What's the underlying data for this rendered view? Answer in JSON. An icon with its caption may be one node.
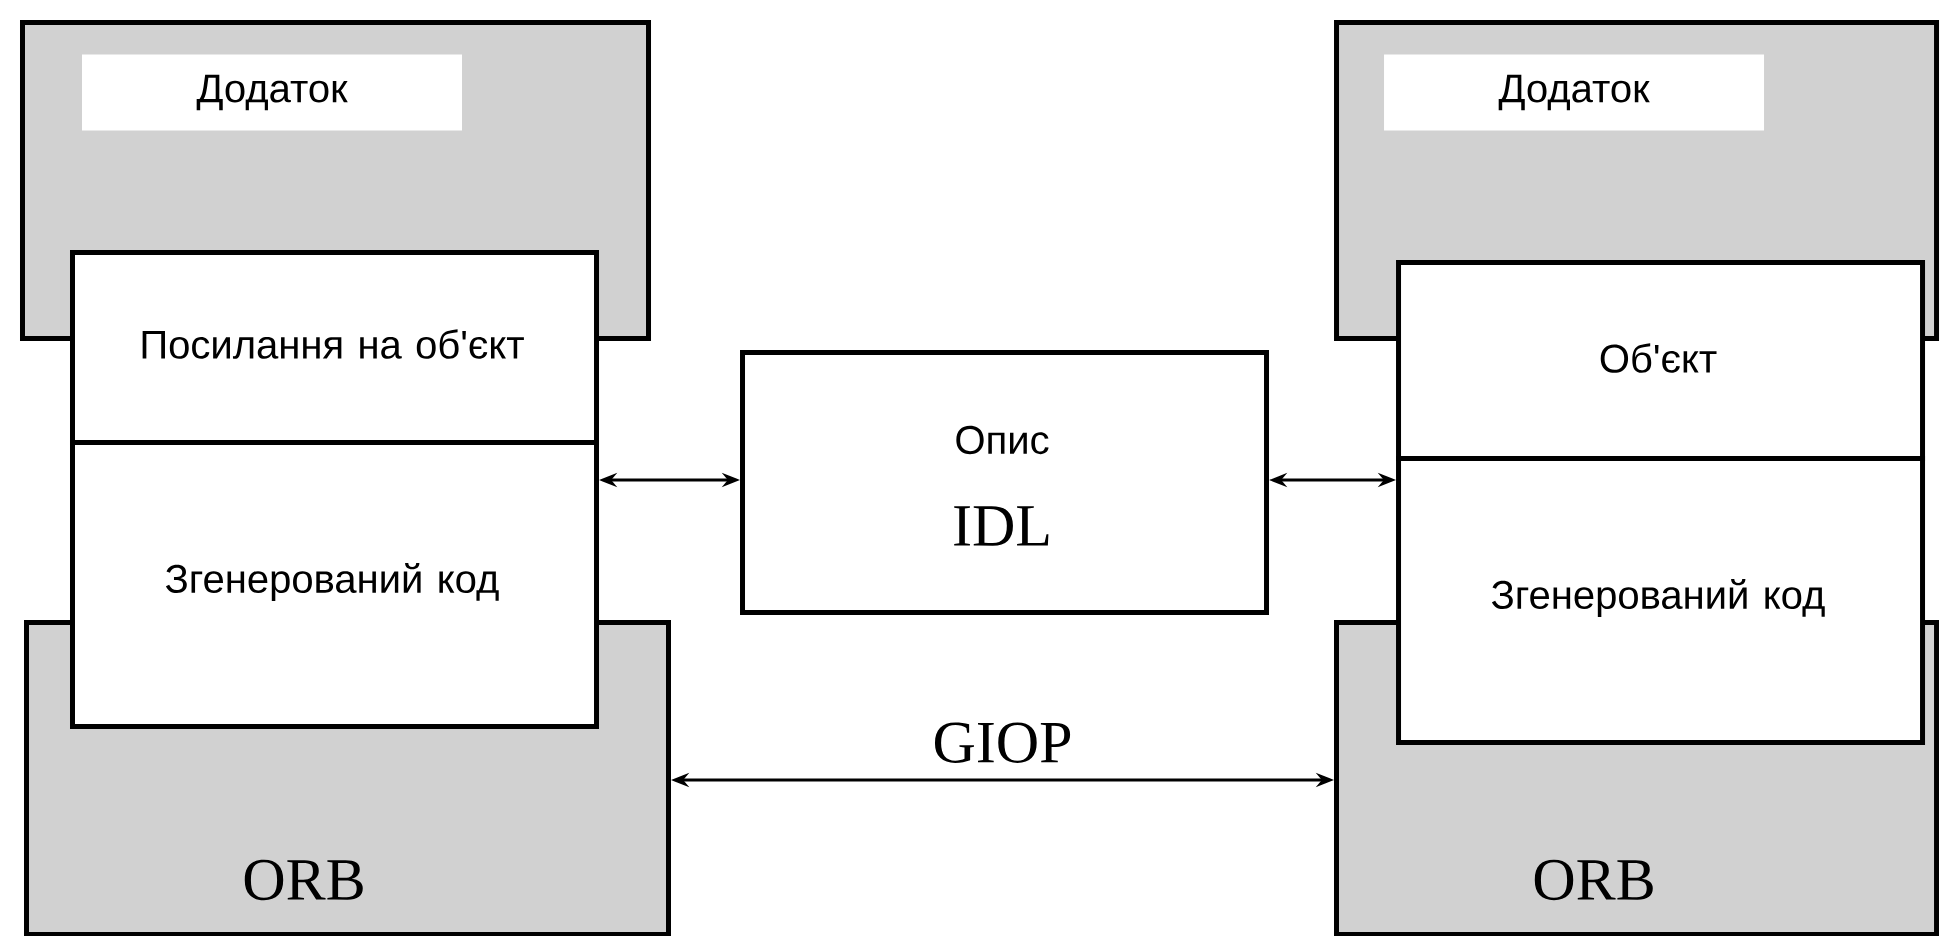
{
  "diagram": {
    "nodes": [
      {
        "text": [
          "Додаток"
        ]
      },
      {
        "text": [
          "ORB"
        ]
      },
      {
        "text": [
          "Посилання на об'єкт"
        ]
      },
      {
        "text": [
          "Згенерований код"
        ]
      },
      {
        "text": [
          "Опис",
          "IDL"
        ]
      },
      {
        "text": [
          "Додаток"
        ]
      },
      {
        "text": [
          "ORB"
        ]
      },
      {
        "text": [
          "Об'єкт"
        ]
      },
      {
        "text": [
          "Згенерований код"
        ]
      }
    ],
    "edges": [
      {
        "from": 3,
        "to": 4,
        "arrow": "both"
      },
      {
        "from": 4,
        "to": 8,
        "arrow": "both"
      },
      {
        "from": 1,
        "to": 6,
        "arrow": "both",
        "label": "GIOP"
      }
    ]
  }
}
